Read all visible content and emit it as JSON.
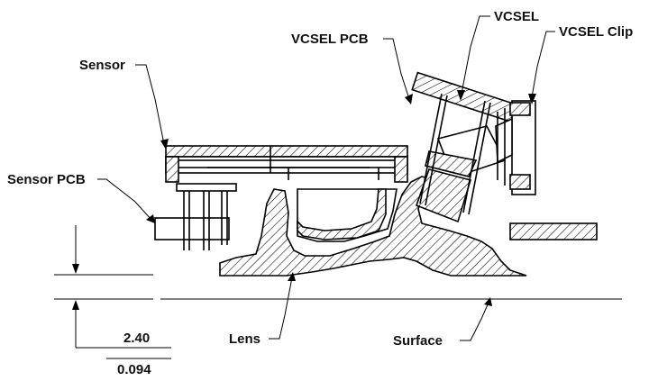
{
  "labels": {
    "vcsel_pcb": "VCSEL PCB",
    "vcsel": "VCSEL",
    "vcsel_clip": "VCSEL Clip",
    "sensor": "Sensor",
    "sensor_pcb": "Sensor PCB",
    "lens": "Lens",
    "surface": "Surface"
  },
  "dimension": {
    "mm": "2.40",
    "inch": "0.094"
  }
}
